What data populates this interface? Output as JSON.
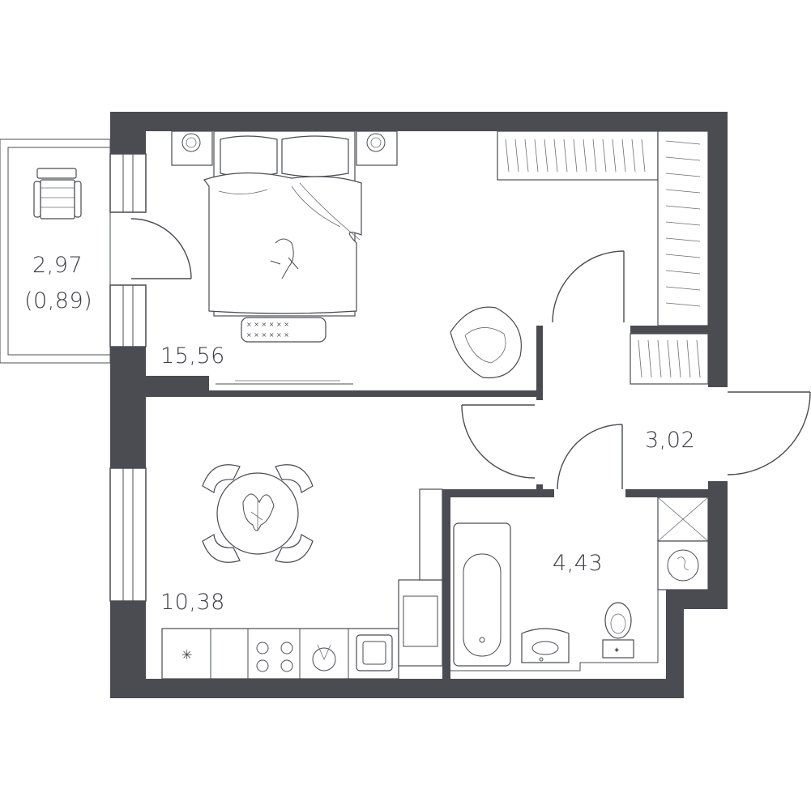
{
  "rooms": {
    "balcony": {
      "area": "2,97",
      "reduced_area": "(0,89)"
    },
    "bedroom": {
      "area": "15,56"
    },
    "kitchen": {
      "area": "10,38"
    },
    "hallway": {
      "area": "3,02"
    },
    "bathroom": {
      "area": "4,43"
    }
  },
  "colors": {
    "wall": "#4a4c52",
    "label": "#3e4046",
    "background": "#ffffff"
  }
}
